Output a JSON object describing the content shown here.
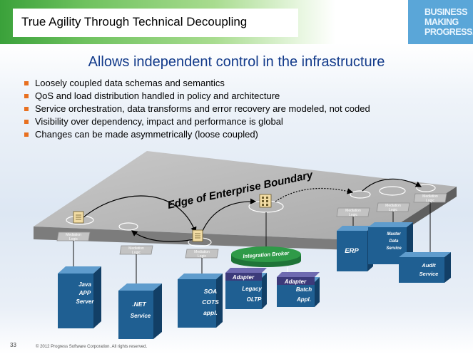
{
  "header": {
    "title": "True Agility Through Technical Decoupling"
  },
  "brand": {
    "lines": [
      "BUSINESS",
      "MAKING",
      "PROGRESS."
    ]
  },
  "subtitle": "Allows independent  control in the infrastructure",
  "bullets": [
    "Loosely coupled data schemas and semantics",
    "QoS and load distribution handled in policy and architecture",
    "Service orchestration, data transforms and error recovery are modeled, not coded",
    "Visibility over dependency, impact and performance is global",
    "Changes can be made asymmetrically (loose coupled)"
  ],
  "diagram": {
    "platform_label": "Edge of Enterprise Boundary",
    "broker_label": "Integration Broker",
    "mediation_label": [
      "Mediation",
      "Logic"
    ],
    "systems": [
      {
        "lines": [
          "Java",
          "APP",
          "Server"
        ]
      },
      {
        "lines": [
          ".NET",
          "Service"
        ]
      },
      {
        "lines": [
          "SOA",
          "COTS",
          "appl."
        ]
      },
      {
        "lines": [
          "Legacy",
          "OLTP"
        ]
      },
      {
        "lines": [
          "Batch",
          "Appl."
        ]
      },
      {
        "lines": [
          "ERP"
        ]
      },
      {
        "lines": [
          "Master",
          "Data",
          "Service"
        ]
      },
      {
        "lines": [
          "Audit",
          "Service"
        ]
      }
    ],
    "adapter_label": "Adapter"
  },
  "footer": {
    "page_number": "33",
    "copyright": "© 2012 Progress Software Corporation. All rights reserved."
  },
  "colors": {
    "title_green": "#3aa13a",
    "brand_blue": "#5aa6d8",
    "subtitle_blue": "#123a8a",
    "bullet_orange": "#e87020",
    "box_blue": "#1f5f92",
    "broker_green": "#2f9a48",
    "adapter_purple": "#3c3a7a"
  }
}
